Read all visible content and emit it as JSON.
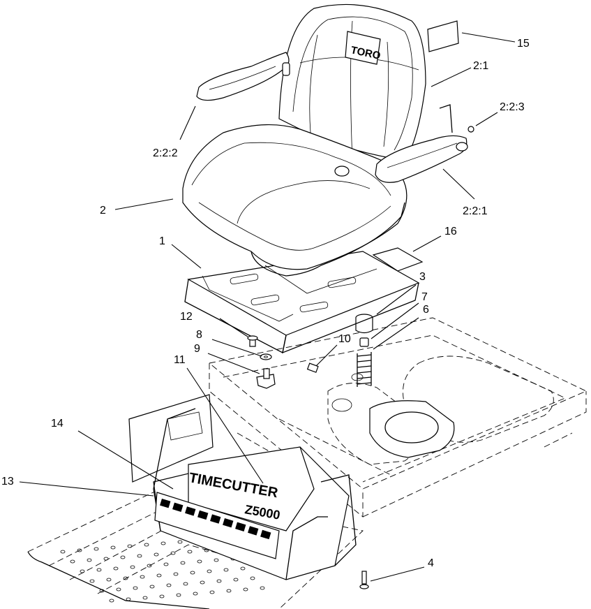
{
  "callouts": {
    "c15": "15",
    "c2_1": "2:1",
    "c2_2_3": "2:2:3",
    "c2_2_2": "2:2:2",
    "c2": "2",
    "c2_2_1": "2:2:1",
    "c1": "1",
    "c16": "16",
    "c3": "3",
    "c7": "7",
    "c6": "6",
    "c12": "12",
    "c8": "8",
    "c10": "10",
    "c9": "9",
    "c11": "11",
    "c14": "14",
    "c13": "13",
    "c4": "4"
  },
  "branding": {
    "seat_logo": "TORO",
    "panel_model": "TIMECUTTER",
    "panel_series": "Z5000"
  }
}
